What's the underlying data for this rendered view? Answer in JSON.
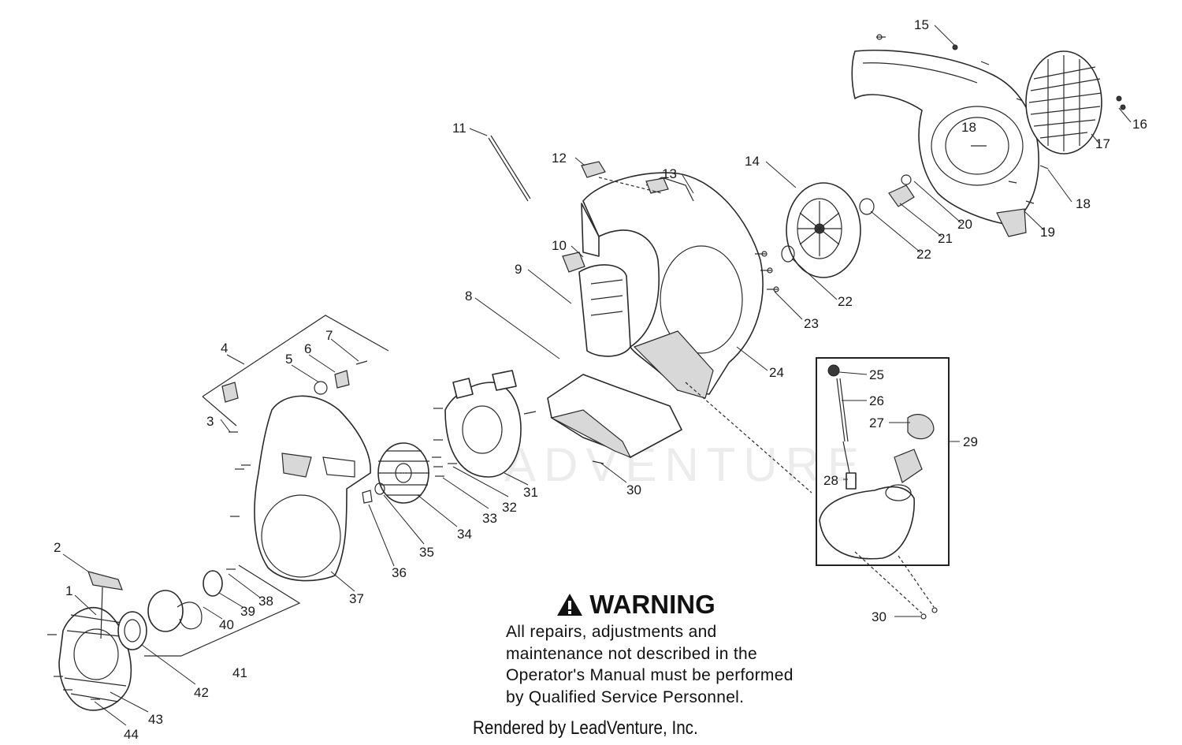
{
  "warning": {
    "title": "WARNING",
    "body": "All repairs, adjustments and maintenance not described in the Operator's Manual must be performed by Qualified Service Personnel."
  },
  "footer": "Rendered by LeadVenture, Inc.",
  "watermark": "ADVENTURE",
  "callouts": {
    "n1": "1",
    "n2": "2",
    "n3": "3",
    "n4": "4",
    "n5": "5",
    "n6": "6",
    "n7": "7",
    "n8": "8",
    "n9": "9",
    "n10": "10",
    "n11": "11",
    "n12": "12",
    "n13": "13",
    "n14": "14",
    "n15": "15",
    "n16": "16",
    "n17": "17",
    "n18a": "18",
    "n18b": "18",
    "n19": "19",
    "n20": "20",
    "n21": "21",
    "n22a": "22",
    "n22b": "22",
    "n23": "23",
    "n24": "24",
    "n25": "25",
    "n26": "26",
    "n27": "27",
    "n28": "28",
    "n29": "29",
    "n30a": "30",
    "n30b": "30",
    "n31": "31",
    "n32": "32",
    "n33": "33",
    "n34": "34",
    "n35": "35",
    "n36": "36",
    "n37": "37",
    "n38": "38",
    "n39": "39",
    "n40": "40",
    "n41": "41",
    "n42": "42",
    "n43": "43",
    "n44": "44"
  }
}
